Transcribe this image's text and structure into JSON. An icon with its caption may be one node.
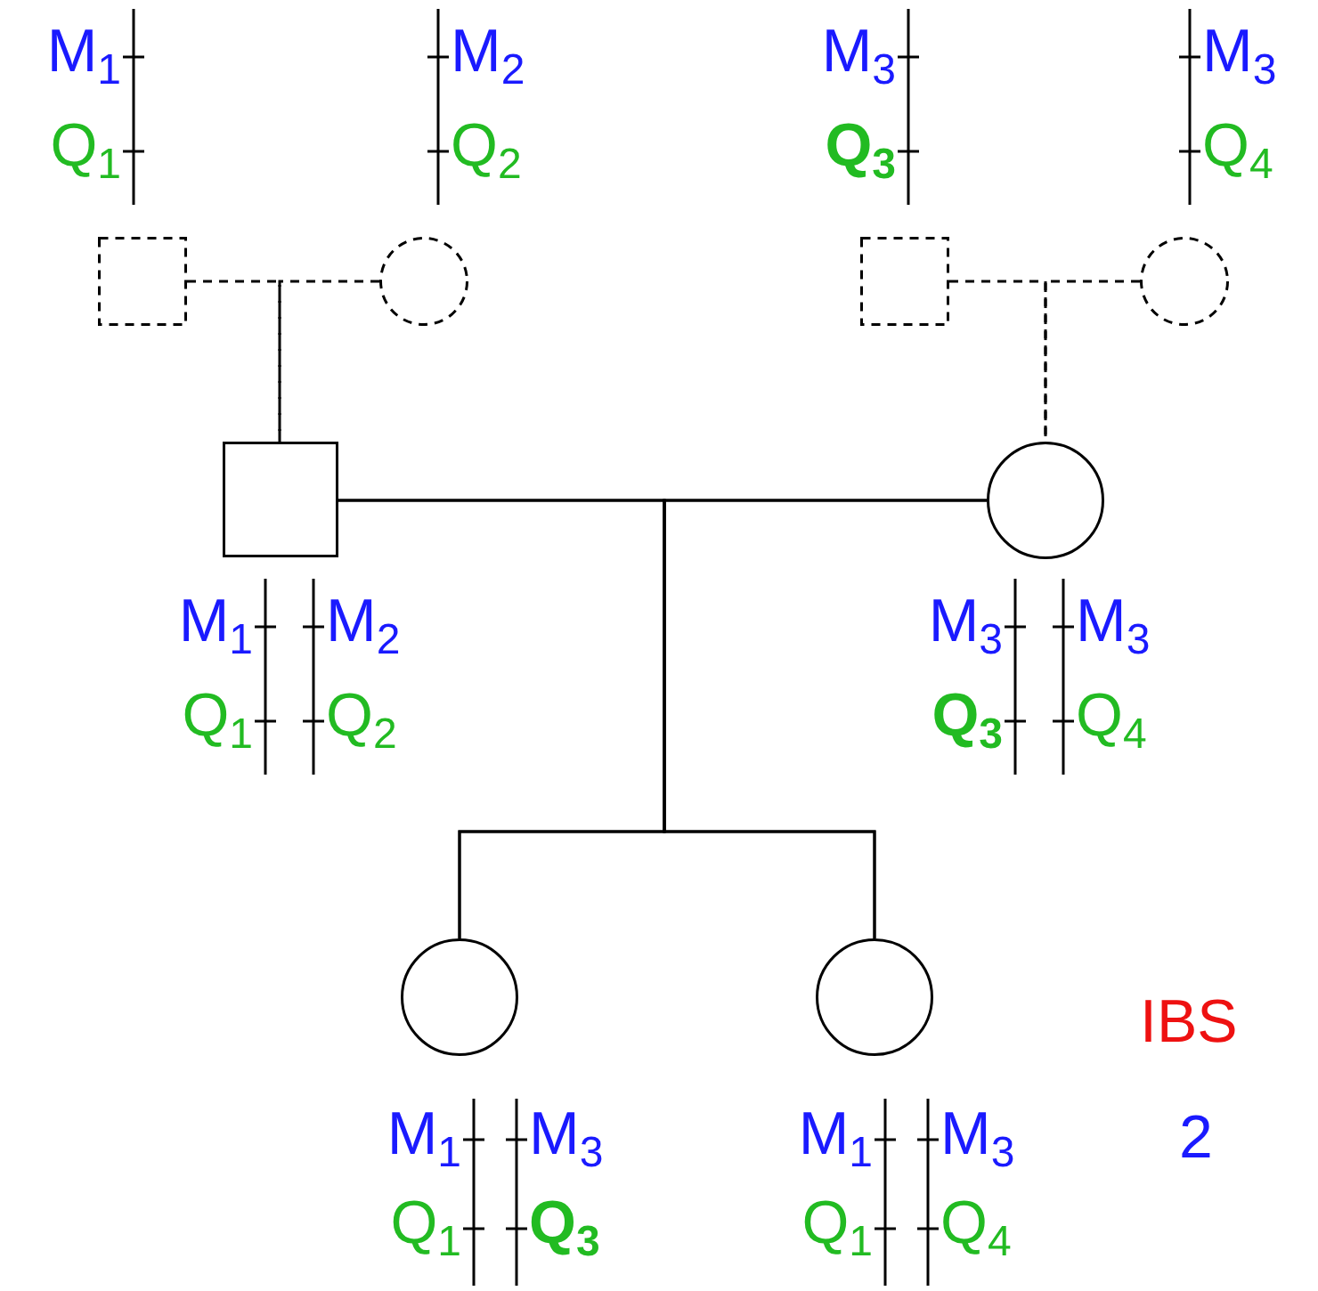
{
  "diagram": {
    "nodes": [
      {
        "text": [],
        "shape": "box",
        "beside": [
          "M$_{1}$",
          "Q$_{1}$"
        ]
      },
      {
        "text": [],
        "shape": "circle",
        "beside": [
          "M$_{2}$",
          "Q$_{2}$"
        ]
      },
      {
        "text": [],
        "shape": "box",
        "beside": [
          "M$_{3}$",
          "**Q$_{3}$**"
        ]
      },
      {
        "text": [],
        "shape": "circle",
        "beside": [
          "M$_{3}$",
          "Q$_{4}$"
        ]
      },
      {
        "text": [],
        "shape": "box",
        "beside": [
          "M$_{1}$",
          "M$_{2}$",
          "Q$_{1}$",
          "Q$_{2}$"
        ]
      },
      {
        "text": [],
        "shape": "circle",
        "beside": [
          "M$_{3}$",
          "M$_{3}$",
          "**Q$_{3}$**",
          "Q$_{4}$"
        ]
      },
      {
        "text": [],
        "shape": "circle",
        "beside": [
          "M$_{1}$",
          "M$_{3}$",
          "Q$_{1}$",
          "**Q$_{3}$**"
        ]
      },
      {
        "text": [],
        "shape": "circle",
        "beside": [
          "M$_{1}$",
          "M$_{3}$",
          "Q$_{1}$",
          "Q$_{4}$"
        ]
      }
    ],
    "edges": [
      {
        "from": 0,
        "to": 4,
        "arrow": "none",
        "style": "dashed"
      },
      {
        "from": 1,
        "to": 4,
        "arrow": "none",
        "style": "dashed"
      },
      {
        "from": 2,
        "to": 5,
        "arrow": "none",
        "style": "dashed"
      },
      {
        "from": 3,
        "to": 5,
        "arrow": "none",
        "style": "dashed"
      },
      {
        "from": 4,
        "to": 6,
        "arrow": "none"
      },
      {
        "from": 5,
        "to": 6,
        "arrow": "none"
      },
      {
        "from": 4,
        "to": 7,
        "arrow": "none"
      },
      {
        "from": 5,
        "to": 7,
        "arrow": "none"
      }
    ],
    "labels": [
      "IBS",
      "2"
    ]
  }
}
